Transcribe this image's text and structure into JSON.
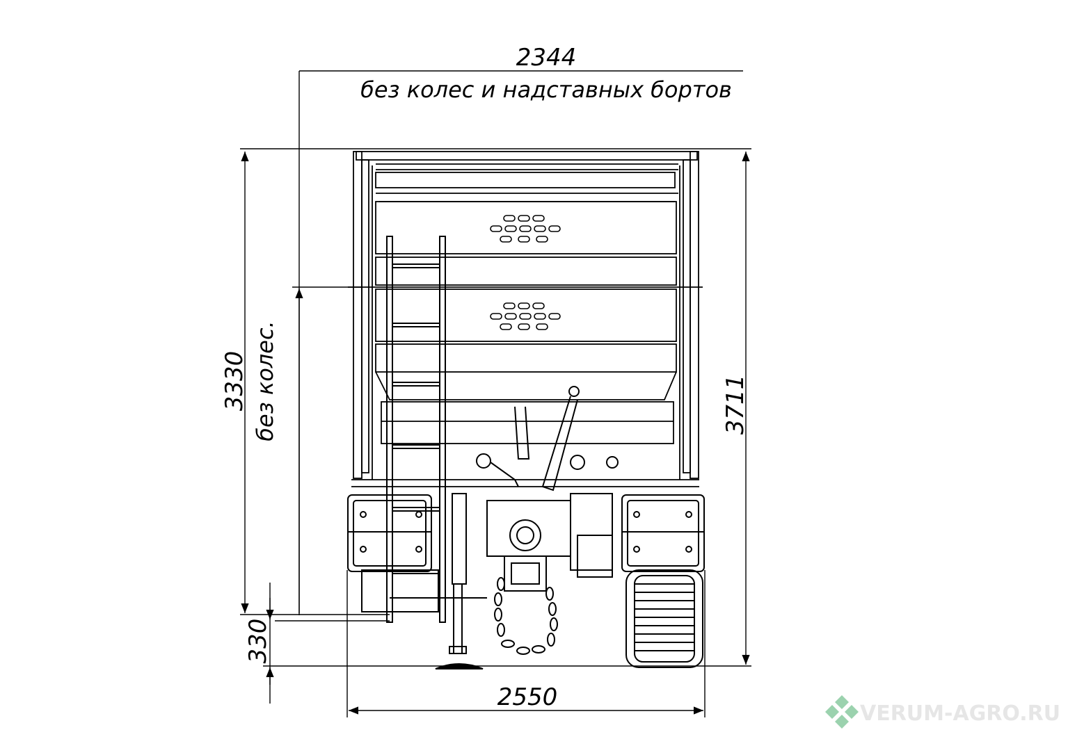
{
  "drawing": {
    "dimension_top_value": "2344",
    "dimension_top_note": "без колес и надставных бортов",
    "dimension_left_value": "3330",
    "dimension_left_note": "без колес.",
    "dimension_right_value": "3711",
    "dimension_clearance_value": "330",
    "dimension_bottom_value": "2550"
  },
  "watermark": {
    "text": "VERUM-AGRO.RU",
    "logo_color": "#7fc79a",
    "text_color": "#e6e6e6"
  },
  "colors": {
    "line": "#000000",
    "background": "#ffffff"
  }
}
